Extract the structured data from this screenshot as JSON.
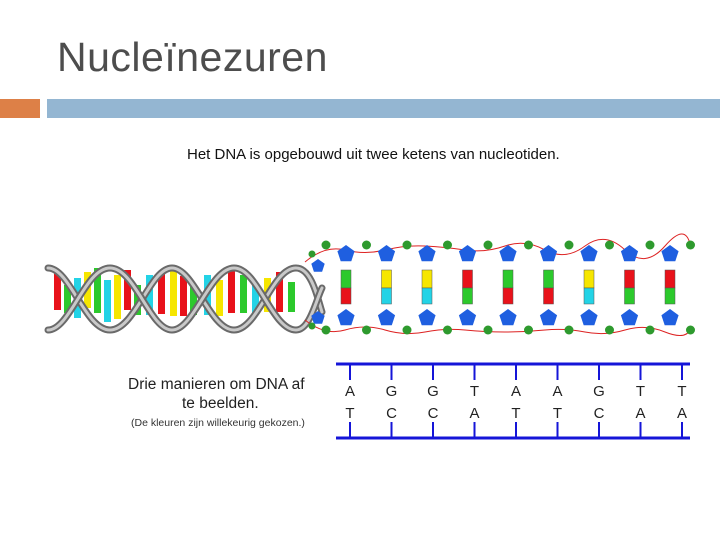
{
  "slide": {
    "title": "Nucleïnezuren",
    "caption": "Het DNA is opgebouwd uit twee ketens van nucleotiden.",
    "label_line1": "Drie manieren om DNA af",
    "label_line2": "te beelden.",
    "label_note": "(De kleuren zijn willekeurig gekozen.)"
  },
  "ladder": {
    "top_strand": [
      "A",
      "G",
      "G",
      "T",
      "A",
      "A",
      "G",
      "T",
      "T"
    ],
    "bottom_strand": [
      "T",
      "C",
      "C",
      "A",
      "T",
      "T",
      "C",
      "A",
      "A"
    ]
  },
  "colors": {
    "accent_orange": "#dd8047",
    "accent_blue": "#94b6d2",
    "backbone_blue": "#1f5fe0",
    "phosphate_green": "#2e9a2e",
    "base_red": "#e8121a",
    "base_yellow": "#f6e600",
    "base_green": "#2cc92c",
    "base_cyan": "#23d3e6",
    "strand_line": "#1515d8"
  }
}
